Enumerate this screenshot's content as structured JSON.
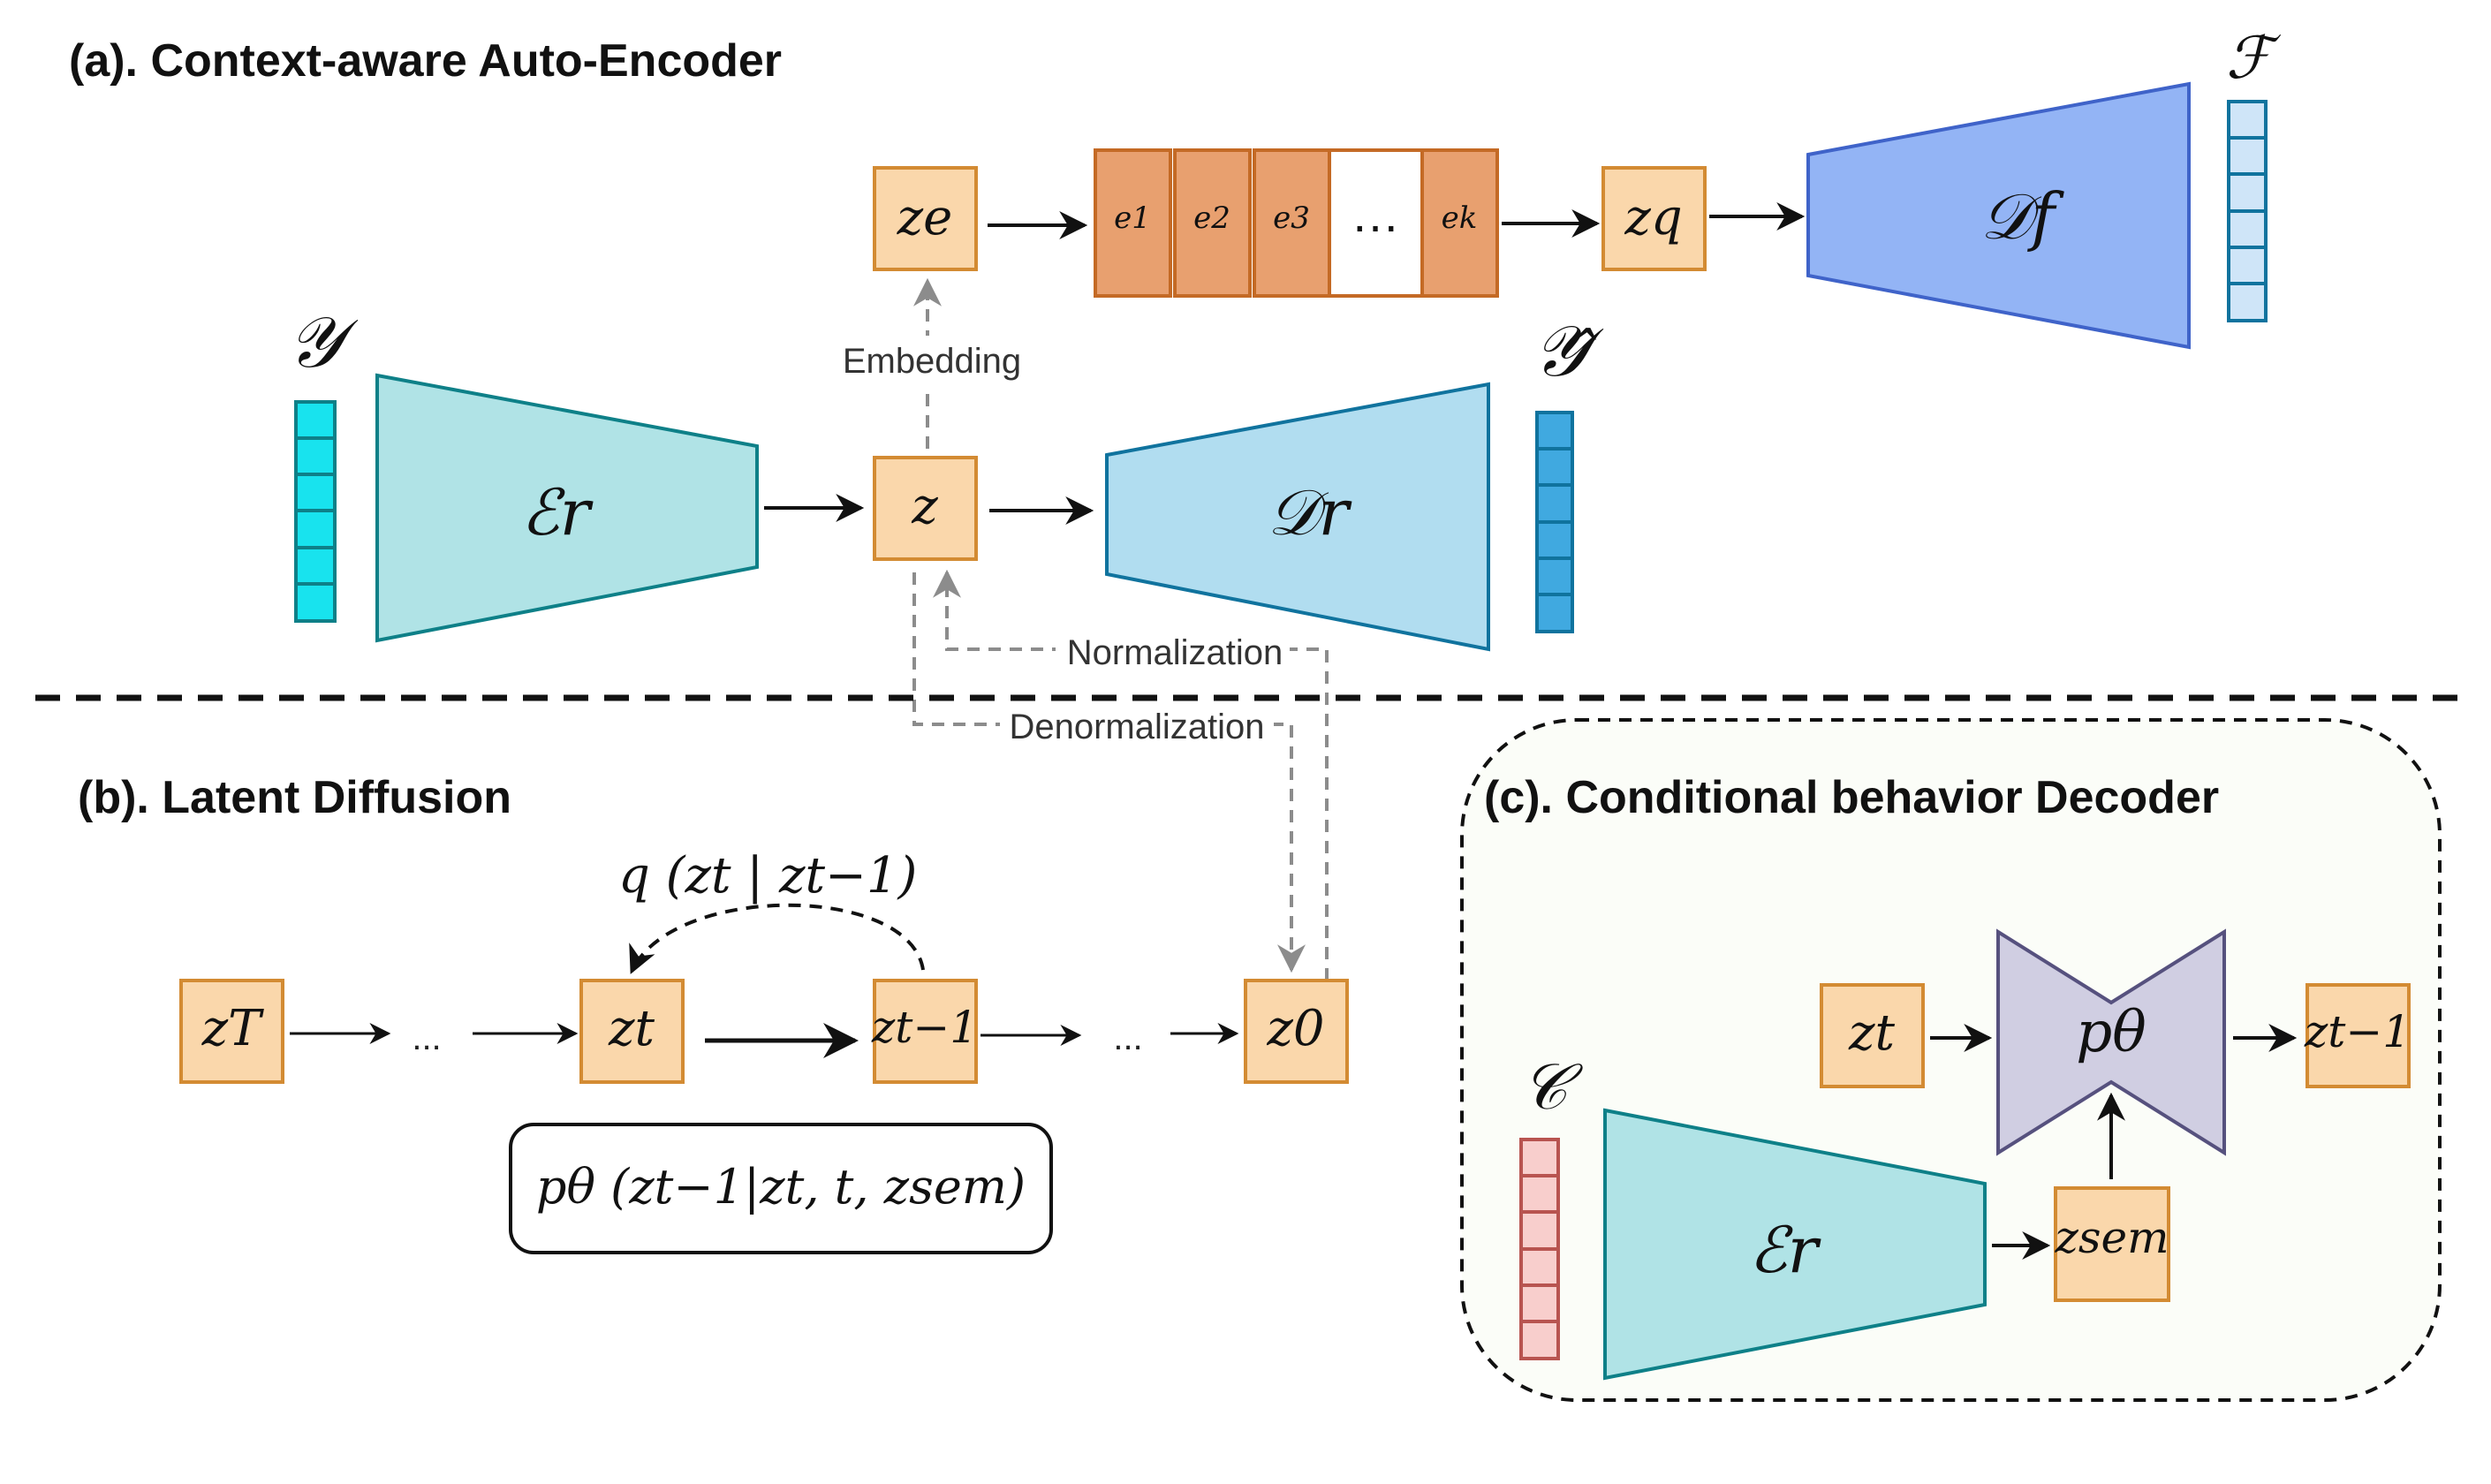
{
  "titles": {
    "a": "(a). Context-aware Auto-Encoder",
    "b": "(b). Latent Diffusion",
    "c": "(c). Conditional behavior Decoder"
  },
  "symbols": {
    "y": "𝒴",
    "y_hat": "𝒴̂",
    "f": "ℱ",
    "c": "𝒞",
    "encoder": "ℰr",
    "decoder_r": "𝒟r",
    "decoder_f": "𝒟f",
    "encoder_c": "ℰr",
    "p_theta": "pθ"
  },
  "nodes": {
    "z": "z",
    "ze": "ze",
    "zq": "zq",
    "zT": "zT",
    "zt": "zt",
    "zt1": "zt−1",
    "z0": "z0",
    "c_zt": "zt",
    "c_zt1": "zt−1",
    "zsem": "zsem"
  },
  "codebook": [
    "e1",
    "e2",
    "e3",
    "…",
    "ek"
  ],
  "labels": {
    "embedding": "Embedding",
    "normalization": "Normalization",
    "denormalization": "Denormalization",
    "ellipsis": "..."
  },
  "formulas": {
    "q": "q (zt | zt−1)",
    "p": "pθ (zt−1|zt, t, zsem)"
  },
  "colors": {
    "node_fill": "#fad7ab",
    "node_stroke": "#d38b33",
    "codebook_fill": "#e8a06f",
    "codebook_stroke": "#c46a25",
    "encoder_fill": "#b0e3e6",
    "encoder_stroke": "#0e8088",
    "decoder_r_fill": "#b1ddf0",
    "decoder_r_stroke": "#10739e",
    "decoder_f_fill": "#93b4f5",
    "decoder_f_stroke": "#3f63c9",
    "p_theta_fill": "#d0cee2",
    "p_theta_stroke": "#56517e",
    "vec_cyan": "#18e3ee",
    "vec_blue": "#40a9e0",
    "vec_light": "#cfe5f8",
    "vec_pink": "#f8cecc",
    "vec_pink_stroke": "#b85450",
    "panel_c_fill": "#fbfdf8"
  }
}
